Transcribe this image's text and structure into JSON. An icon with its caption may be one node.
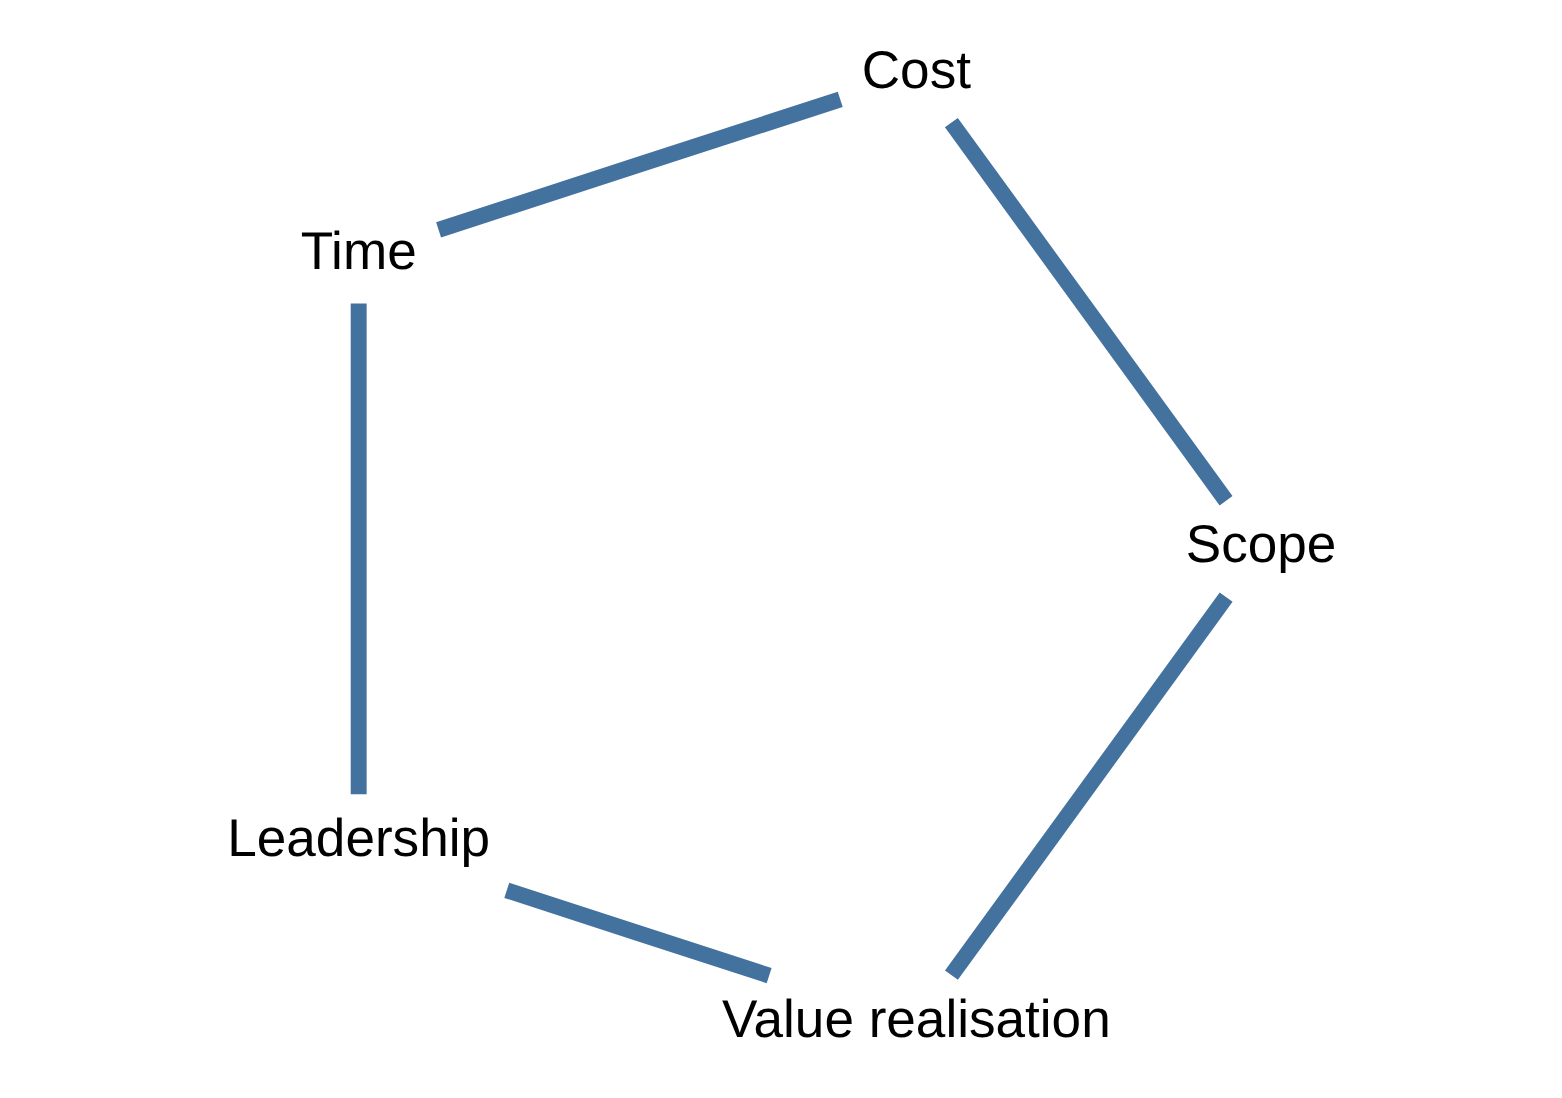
{
  "diagram": {
    "nodes": [
      {
        "text": [
          "Value realisation"
        ]
      },
      {
        "text": [
          "Scope"
        ]
      },
      {
        "text": [
          "Leadership"
        ]
      },
      {
        "text": [
          "Cost"
        ]
      },
      {
        "text": [
          "Time"
        ]
      }
    ],
    "edges": [
      {
        "from": 0,
        "to": 2,
        "arrow": "none"
      },
      {
        "from": 2,
        "to": 4,
        "arrow": "none"
      },
      {
        "from": 4,
        "to": 3,
        "arrow": "none"
      },
      {
        "from": 3,
        "to": 1,
        "arrow": "none"
      },
      {
        "from": 1,
        "to": 0,
        "arrow": "none"
      }
    ]
  }
}
